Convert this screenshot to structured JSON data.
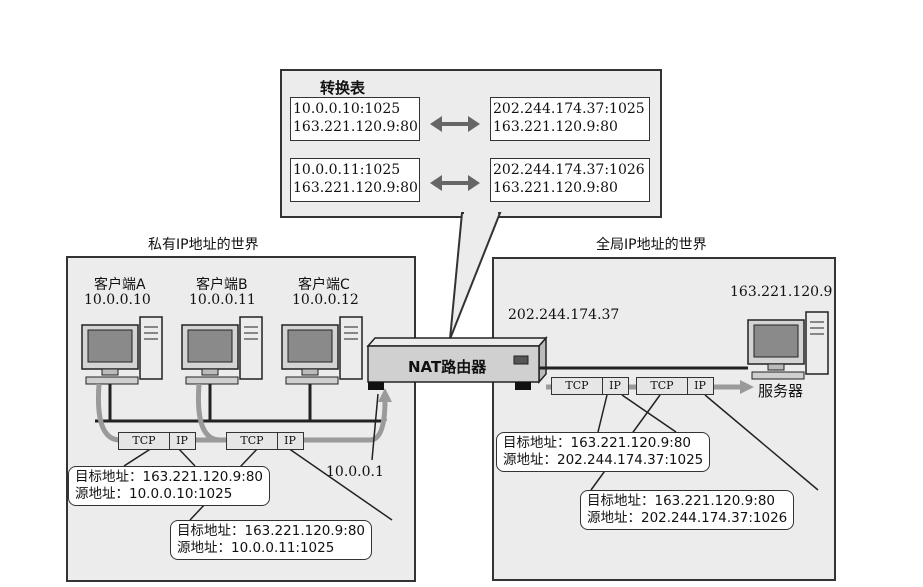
{
  "translation_table": {
    "title": "转换表",
    "rows": [
      {
        "private": [
          "10.0.0.10:1025",
          "163.221.120.9:80"
        ],
        "global": [
          "202.244.174.37:1025",
          "163.221.120.9:80"
        ]
      },
      {
        "private": [
          "10.0.0.11:1025",
          "163.221.120.9:80"
        ],
        "global": [
          "202.244.174.37:1026",
          "163.221.120.9:80"
        ]
      }
    ]
  },
  "private_world": {
    "title": "私有IP地址的世界",
    "clients": [
      {
        "name": "客户端A",
        "ip": "10.0.0.10"
      },
      {
        "name": "客户端B",
        "ip": "10.0.0.11"
      },
      {
        "name": "客户端C",
        "ip": "10.0.0.12"
      }
    ],
    "router_inside_ip": "10.0.0.1",
    "packet_a": {
      "dst": "目标地址：163.221.120.9:80",
      "src": "源地址：10.0.0.10:1025"
    },
    "packet_b": {
      "dst": "目标地址：163.221.120.9:80",
      "src": "源地址：10.0.0.11:1025"
    }
  },
  "global_world": {
    "title": "全局IP地址的世界",
    "router_outside_ip": "202.244.174.37",
    "server_ip": "163.221.120.9",
    "server_label": "服务器",
    "packet_1": {
      "dst": "目标地址：163.221.120.9:80",
      "src": "源地址：202.244.174.37:1025"
    },
    "packet_2": {
      "dst": "目标地址：163.221.120.9:80",
      "src": "源地址：202.244.174.37:1026"
    }
  },
  "router_label": "NAT路由器",
  "packet_labels": {
    "tcp": "TCP",
    "ip": "IP"
  }
}
